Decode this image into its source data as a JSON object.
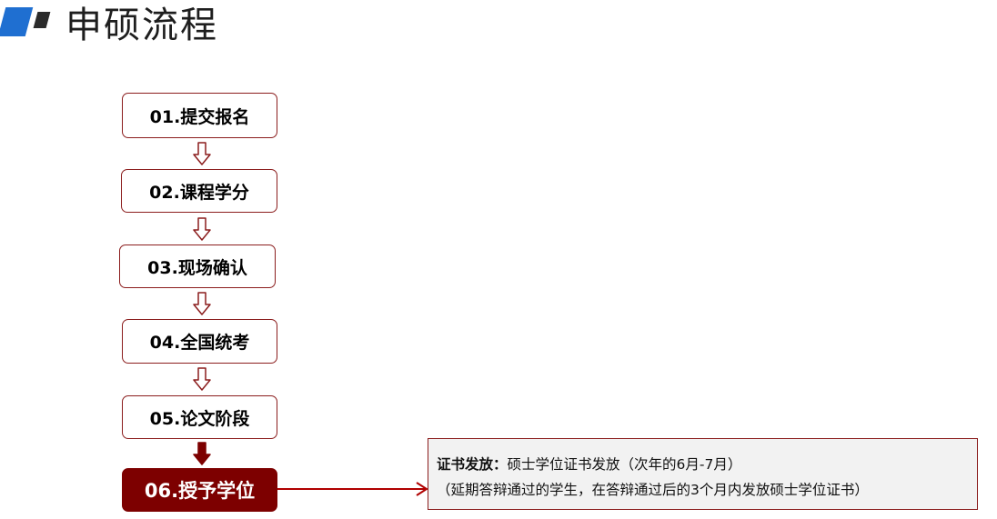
{
  "page": {
    "title": "申硕流程"
  },
  "steps": [
    {
      "label": "01.提交报名"
    },
    {
      "label": "02.课程学分"
    },
    {
      "label": "03.现场确认"
    },
    {
      "label": "04.全国统考"
    },
    {
      "label": "05.论文阶段"
    },
    {
      "label": "06.授予学位"
    }
  ],
  "info": {
    "heading": "证书发放：",
    "line1": "硕士学位证书发放（次年的6月-7月）",
    "line2": "（延期答辩通过的学生，在答辩通过后的3个月内发放硕士学位证书）"
  },
  "colors": {
    "accent": "#8b1d1d",
    "active_fill": "#7d0000",
    "logo_blue": "#1f6fd1",
    "box_fill": "#f2f2f2"
  }
}
